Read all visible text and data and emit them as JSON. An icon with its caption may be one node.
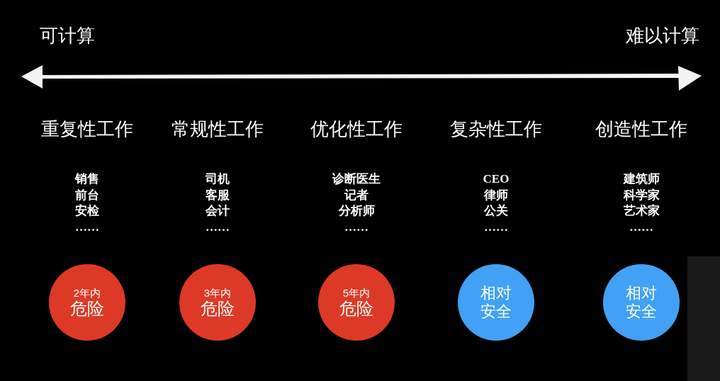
{
  "diagram": {
    "nodes": [
      {
        "text": [
          "2年内",
          "危险"
        ]
      },
      {
        "text": [
          "3年内",
          "危险"
        ]
      },
      {
        "text": [
          "5年内",
          "危险"
        ]
      },
      {
        "text": [
          "相对安全"
        ]
      },
      {
        "text": [
          "相对安全"
        ]
      }
    ],
    "edges": [],
    "labels": [
      "可计算",
      "难以计算",
      "重复性工作",
      "常规性工作",
      "优化性工作",
      "复杂性工作",
      "创造性工作",
      "销售",
      "前台",
      "安检",
      "……",
      "司机",
      "客服",
      "会计",
      "……",
      "诊断医生",
      "记者",
      "分析师",
      "……",
      "CEO",
      "律师",
      "公关",
      "……",
      "建筑师",
      "科学家",
      "艺术家",
      "……"
    ]
  }
}
